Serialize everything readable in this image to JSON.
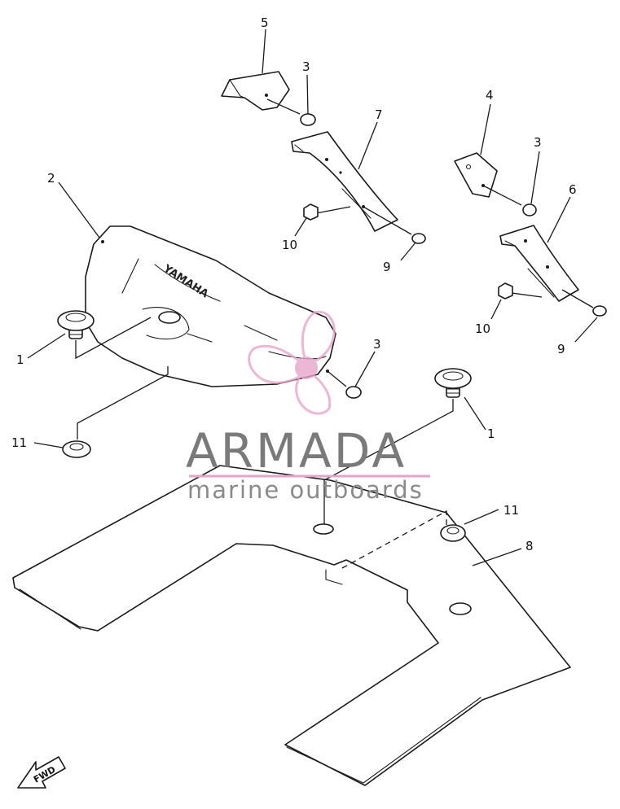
{
  "callouts": {
    "n1a": "1",
    "n1b": "1",
    "n2": "2",
    "n3a": "3",
    "n3b": "3",
    "n3c": "3",
    "n4": "4",
    "n5": "5",
    "n6": "6",
    "n7": "7",
    "n8": "8",
    "n9a": "9",
    "n9b": "9",
    "n10a": "10",
    "n10b": "10",
    "n11a": "11",
    "n11b": "11"
  },
  "cover_brand": "YAMAHA",
  "fwd_label": "FWD",
  "watermark": {
    "title": "ARMADA",
    "subtitle": "marine outboards",
    "title_color": "#7a7a7a",
    "accent_color": "#e6a4c8"
  }
}
